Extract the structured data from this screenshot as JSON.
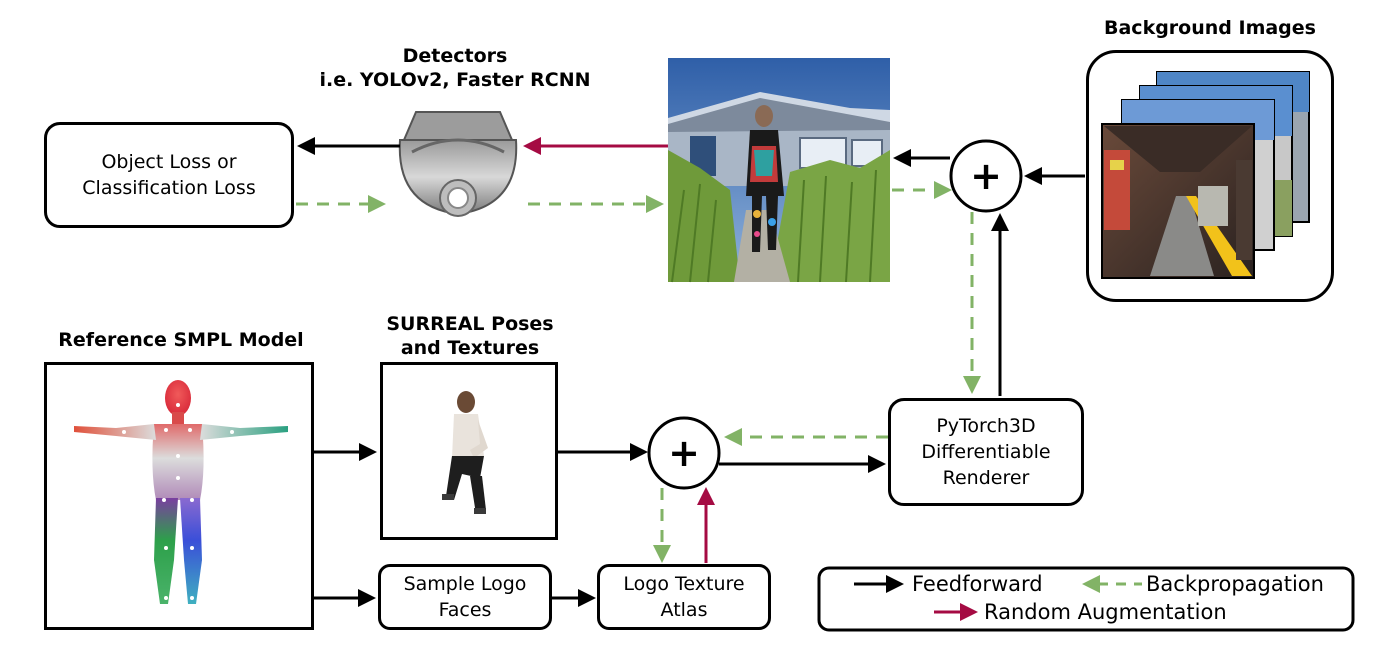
{
  "titles": {
    "detectors": "Detectors\ni.e. YOLOv2, Faster RCNN",
    "background_images": "Background Images",
    "reference_smpl": "Reference SMPL Model",
    "surreal": "SURREAL Poses\nand Textures"
  },
  "boxes": {
    "loss": "Object Loss or\nClassification Loss",
    "renderer": "PyTorch3D\nDifferentiable\nRenderer",
    "sample_logo": "Sample Logo\nFaces",
    "logo_atlas": "Logo Texture\nAtlas"
  },
  "symbols": {
    "plus": "+"
  },
  "legend": {
    "feedforward": "Feedforward",
    "backpropagation": "Backpropagation",
    "random_augmentation": "Random Augmentation"
  },
  "colors": {
    "feedforward": "#000000",
    "backpropagation": "#82b366",
    "random_augmentation": "#a50b43"
  }
}
